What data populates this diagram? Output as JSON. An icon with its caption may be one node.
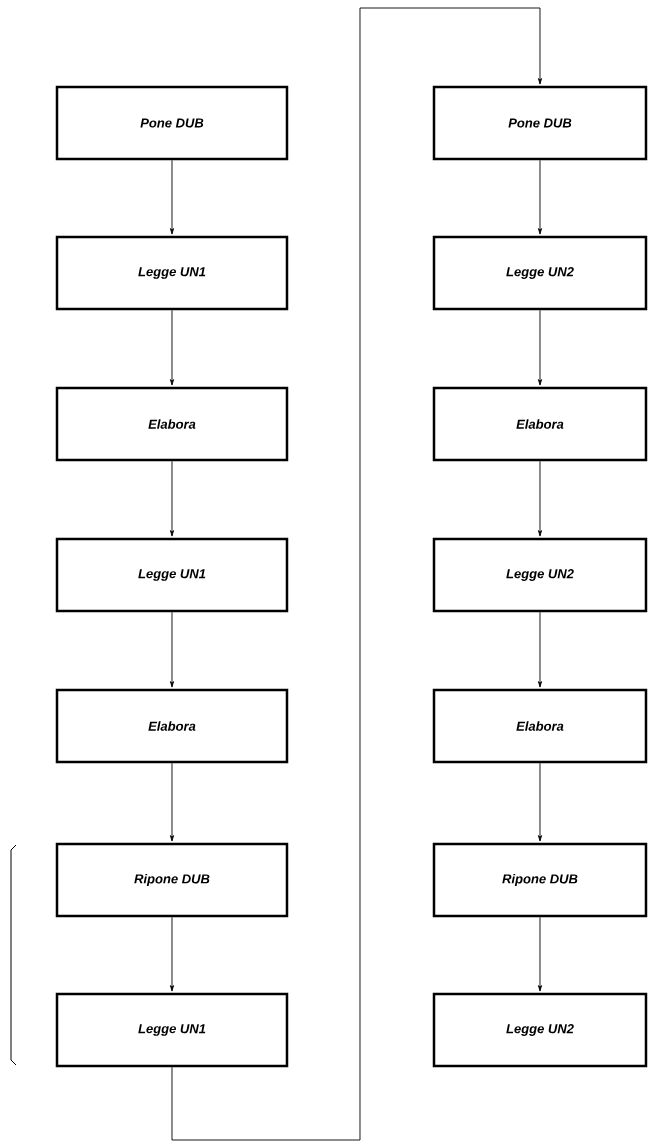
{
  "diagram": {
    "nodes": [
      {
        "text": [
          "Pone DUB"
        ]
      },
      {
        "text": [
          "Legge UN1"
        ]
      },
      {
        "text": [
          "Elabora"
        ]
      },
      {
        "text": [
          "Legge UN1"
        ]
      },
      {
        "text": [
          "Elabora"
        ]
      },
      {
        "text": [
          "Ripone DUB"
        ]
      },
      {
        "text": [
          "Legge UN1"
        ]
      },
      {
        "text": [
          "Pone DUB"
        ]
      },
      {
        "text": [
          "Legge UN2"
        ]
      },
      {
        "text": [
          "Elabora"
        ]
      },
      {
        "text": [
          "Legge UN2"
        ]
      },
      {
        "text": [
          "Elabora"
        ]
      },
      {
        "text": [
          "Ripone DUB"
        ]
      },
      {
        "text": [
          "Legge UN2"
        ]
      }
    ],
    "edges": [
      {
        "from": 0,
        "to": 1,
        "arrow": "to"
      },
      {
        "from": 1,
        "to": 2,
        "arrow": "to"
      },
      {
        "from": 2,
        "to": 3,
        "arrow": "to"
      },
      {
        "from": 3,
        "to": 4,
        "arrow": "to"
      },
      {
        "from": 4,
        "to": 5,
        "arrow": "to"
      },
      {
        "from": 5,
        "to": 6,
        "arrow": "to"
      },
      {
        "from": 6,
        "to": 7,
        "arrow": "to"
      },
      {
        "from": 7,
        "to": 8,
        "arrow": "to"
      },
      {
        "from": 8,
        "to": 9,
        "arrow": "to"
      },
      {
        "from": 9,
        "to": 10,
        "arrow": "to"
      },
      {
        "from": 10,
        "to": 11,
        "arrow": "to"
      },
      {
        "from": 11,
        "to": 12,
        "arrow": "to"
      },
      {
        "from": 12,
        "to": 13,
        "arrow": "to"
      }
    ]
  }
}
